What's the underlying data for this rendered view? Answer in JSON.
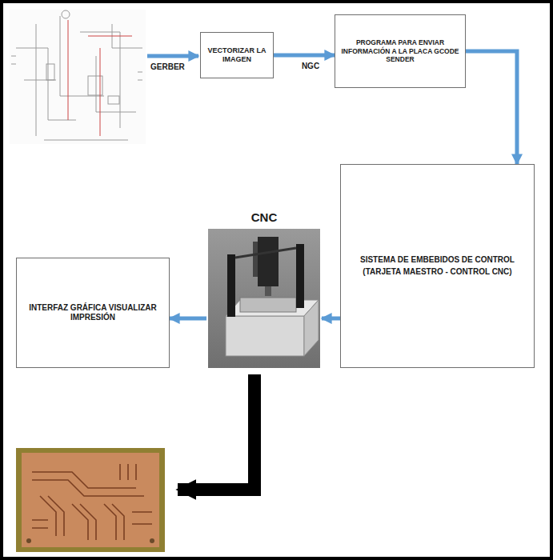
{
  "diagram": {
    "nodes": [
      {
        "text": [
          "VECTORIZAR LA IMAGEN"
        ]
      },
      {
        "text": [
          "PROGRAMA PARA ENVIAR INFORMACIÓN A LA PLACA GCODE SENDER"
        ]
      },
      {
        "text": [
          "SISTEMA DE EMBEBIDOS DE CONTROL",
          "(TARJETA MAESTRO - CONTROL CNC)"
        ]
      },
      {
        "text": [
          "CNC"
        ]
      },
      {
        "text": [
          "INTERFAZ GRÁFICA VISUALIZAR IMPRESIÓN"
        ]
      }
    ],
    "edges": [
      {
        "from": 0,
        "to": 1,
        "label": "NGC",
        "arrow": "to"
      },
      {
        "from": 1,
        "to": 2,
        "arrow": "to"
      },
      {
        "from": 2,
        "to": 3,
        "arrow": "to"
      },
      {
        "from": 3,
        "to": 4,
        "arrow": "to"
      }
    ],
    "labels": [
      "GERBER"
    ]
  }
}
